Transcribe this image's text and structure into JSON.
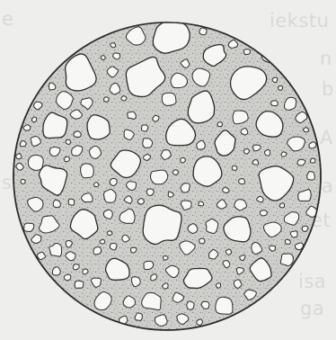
{
  "image": {
    "subject": "concrete-cross-section-illustration",
    "colors": {
      "paper": "#eeeeec",
      "show_through_text": "#d8d8d6",
      "cement_matrix": "#cfcfcb",
      "cement_speckle": "#8e8e8a",
      "aggregate_fill": "#f7f7f5",
      "outline": "#2b2b2b"
    },
    "show_through_lines": [
      "iekstu",
      "n",
      "e  ",
      "b",
      "A",
      "a",
      "et",
      "sa,",
      "isa",
      "ga"
    ]
  }
}
